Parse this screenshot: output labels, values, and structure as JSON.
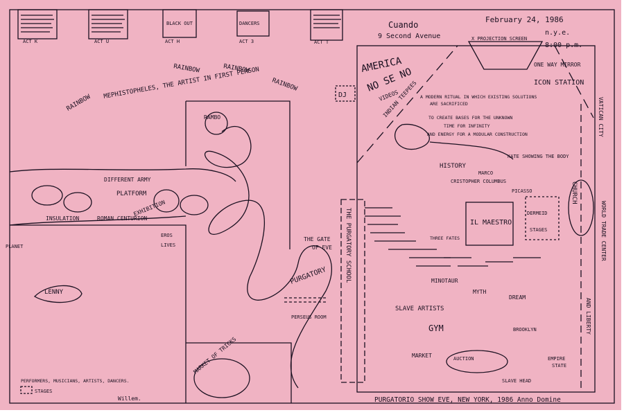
{
  "header": {
    "date": "February 24, 1986",
    "place": "n.y.e.",
    "time": "8:00 p.m.",
    "cuando": "Cuando",
    "address": "9 Second Avenue"
  },
  "top_boxes": {
    "act_k": "ACT K",
    "act_u": "ACT U",
    "black_out": "BLACK OUT",
    "act_h": "ACT H",
    "dancers": "DANCERS",
    "act_3": "ACT 3",
    "act_t": "ACT T"
  },
  "right_room": {
    "projection_screen": "X PROJECTION SCREEN",
    "one_way_mirror": "ONE WAY MIRROR",
    "icon_station": "ICON STATION",
    "america": "AMERICA",
    "no_se_no": "NO SE NO",
    "videos": "VIDEOS",
    "indian_teepees": "INDIAN TEEPEES",
    "ritual_1": "A MODERN RITUAL IN WHICH EXISTING SOLUTIONS",
    "ritual_2": "ARE SACRIFICED",
    "create_1": "TO CREATE BASES FOR THE UNKNOWN",
    "create_2": "TIME FOR INFINITY",
    "create_3": "AND ENERGY FOR A MODULAR CONSTRUCTION",
    "history": "HISTORY",
    "marco_1": "MARCO",
    "marco_2": "CRISTOPHER COLUMBUS",
    "kate": "KATE SHOWING THE BODY",
    "picasso": "PICASSO",
    "il_maestro": "IL MAESTRO",
    "dermeid": "DERMEID",
    "stages": "STAGES",
    "three_fates": "THREE FATES",
    "slave_artists": "SLAVE ARTISTS",
    "gym": "GYM",
    "minotaur": "MINOTAUR",
    "myth": "MYTH",
    "market": "MARKET",
    "auction": "AUCTION",
    "dream": "DREAM",
    "brooklyn": "BROOKLYN",
    "empire_1": "EMPIRE",
    "empire_2": "STATE",
    "slave_head": "SLAVE HEAD",
    "vatican": "VATICAN CITY",
    "church": "CHURCH",
    "world_trade": "WORLD TRADE CENTER",
    "and_liberty": "AND LIBERTY",
    "purgatory_school": "THE PURGATORY SCHOOL"
  },
  "left_area": {
    "rainbow": "RAINBOW",
    "mephisto": "MEPHISTOPHELES, THE ARTIST IN FIRST PERSON",
    "dj": "DJ",
    "rambo": "RAMBO",
    "different_army": "DIFFERENT ARMY",
    "platform": "PLATFORM",
    "exhibition": "EXHIBITION",
    "roman_centurion": "ROMAN CENTURION",
    "insulation": "INSULATION",
    "eros_1": "EROS",
    "eros_2": "LIVES",
    "planet": "PLANET",
    "lenny": "LENNY",
    "gate_1": "THE GATE",
    "gate_2": "OF EVE",
    "purgatory_gate": "PURGATORY",
    "perseus": "PERSEUS ROOM",
    "market_trick": "MARKET OF TRICKS",
    "legend_1": "PERFORMERS, MUSICIANS, ARTISTS, DANCERS.",
    "legend_2": "STAGES",
    "willem": "Willem.",
    "footer": "PURGATORIO SHOW EVE, NEW YORK, 1986 Anno Domine"
  }
}
